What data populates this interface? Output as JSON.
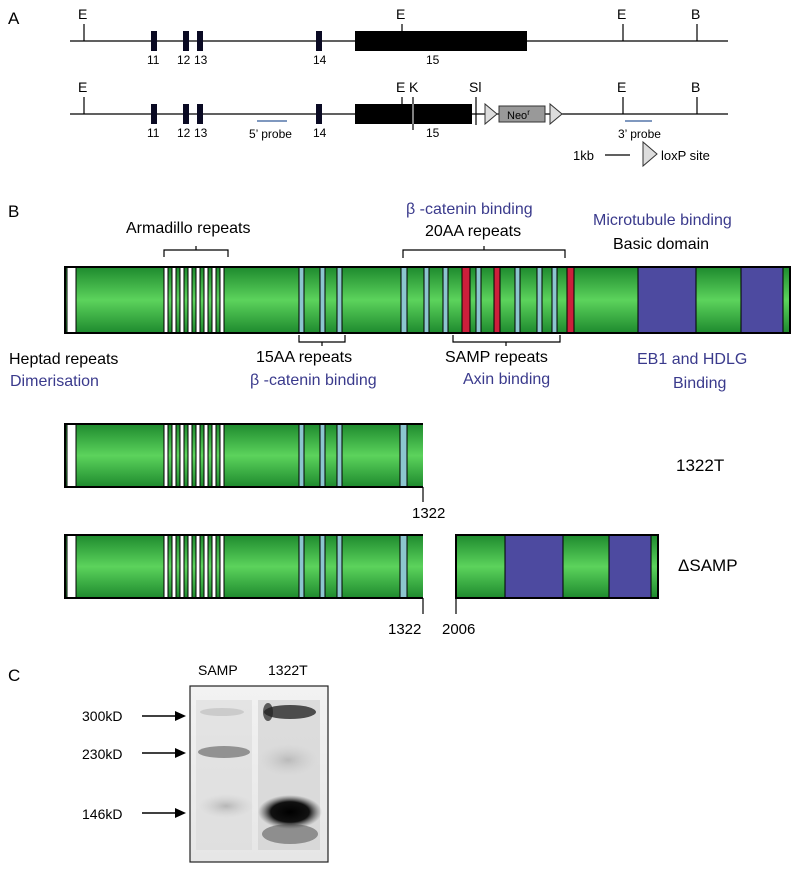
{
  "panel_labels": {
    "a": "A",
    "b": "B",
    "c": "C"
  },
  "panel_a": {
    "map1": {
      "sites": [
        "E",
        "E",
        "E",
        "B"
      ],
      "exons": [
        "11",
        "12",
        "13",
        "14",
        "15"
      ]
    },
    "map2": {
      "sites": [
        "E",
        "E",
        "K",
        "Sl",
        "E",
        "B"
      ],
      "exons": [
        "11",
        "12",
        "13",
        "14",
        "15"
      ],
      "neo_label": "Neo",
      "neo_sup": "r",
      "probe5": "5’ probe",
      "probe3": "3’ probe"
    },
    "legend": {
      "scale": "1kb",
      "loxp": "loxP site"
    }
  },
  "panel_b": {
    "armadillo": "Armadillo repeats",
    "beta_catenin_top": "β -catenin binding",
    "aa20": "20AA repeats",
    "microtubule": "Microtubule binding",
    "basic": "Basic domain",
    "heptad": "Heptad repeats",
    "dimerisation": "Dimerisation",
    "aa15": "15AA repeats",
    "beta_catenin_bottom": "β -catenin binding",
    "samp": "SAMP repeats",
    "axin": "Axin binding",
    "eb1_line1": "EB1 and HDLG",
    "eb1_line2": "Binding",
    "construct1_name": "1322T",
    "construct1_pos": "1322",
    "construct2_name": "ΔSAMP",
    "construct2_pos1": "1322",
    "construct2_pos2": "2006"
  },
  "panel_c": {
    "lanes": [
      "SAMP",
      "1322T"
    ],
    "markers": [
      "300kD",
      "230kD",
      "146kD"
    ]
  },
  "colors": {
    "green_dark": "#1e8a2e",
    "green_light": "#5cd35c",
    "cyan": "#8cc6cf",
    "red": "#cc1f3b",
    "purple": "#4d4aa0",
    "blue_text": "#3a3a8c"
  }
}
